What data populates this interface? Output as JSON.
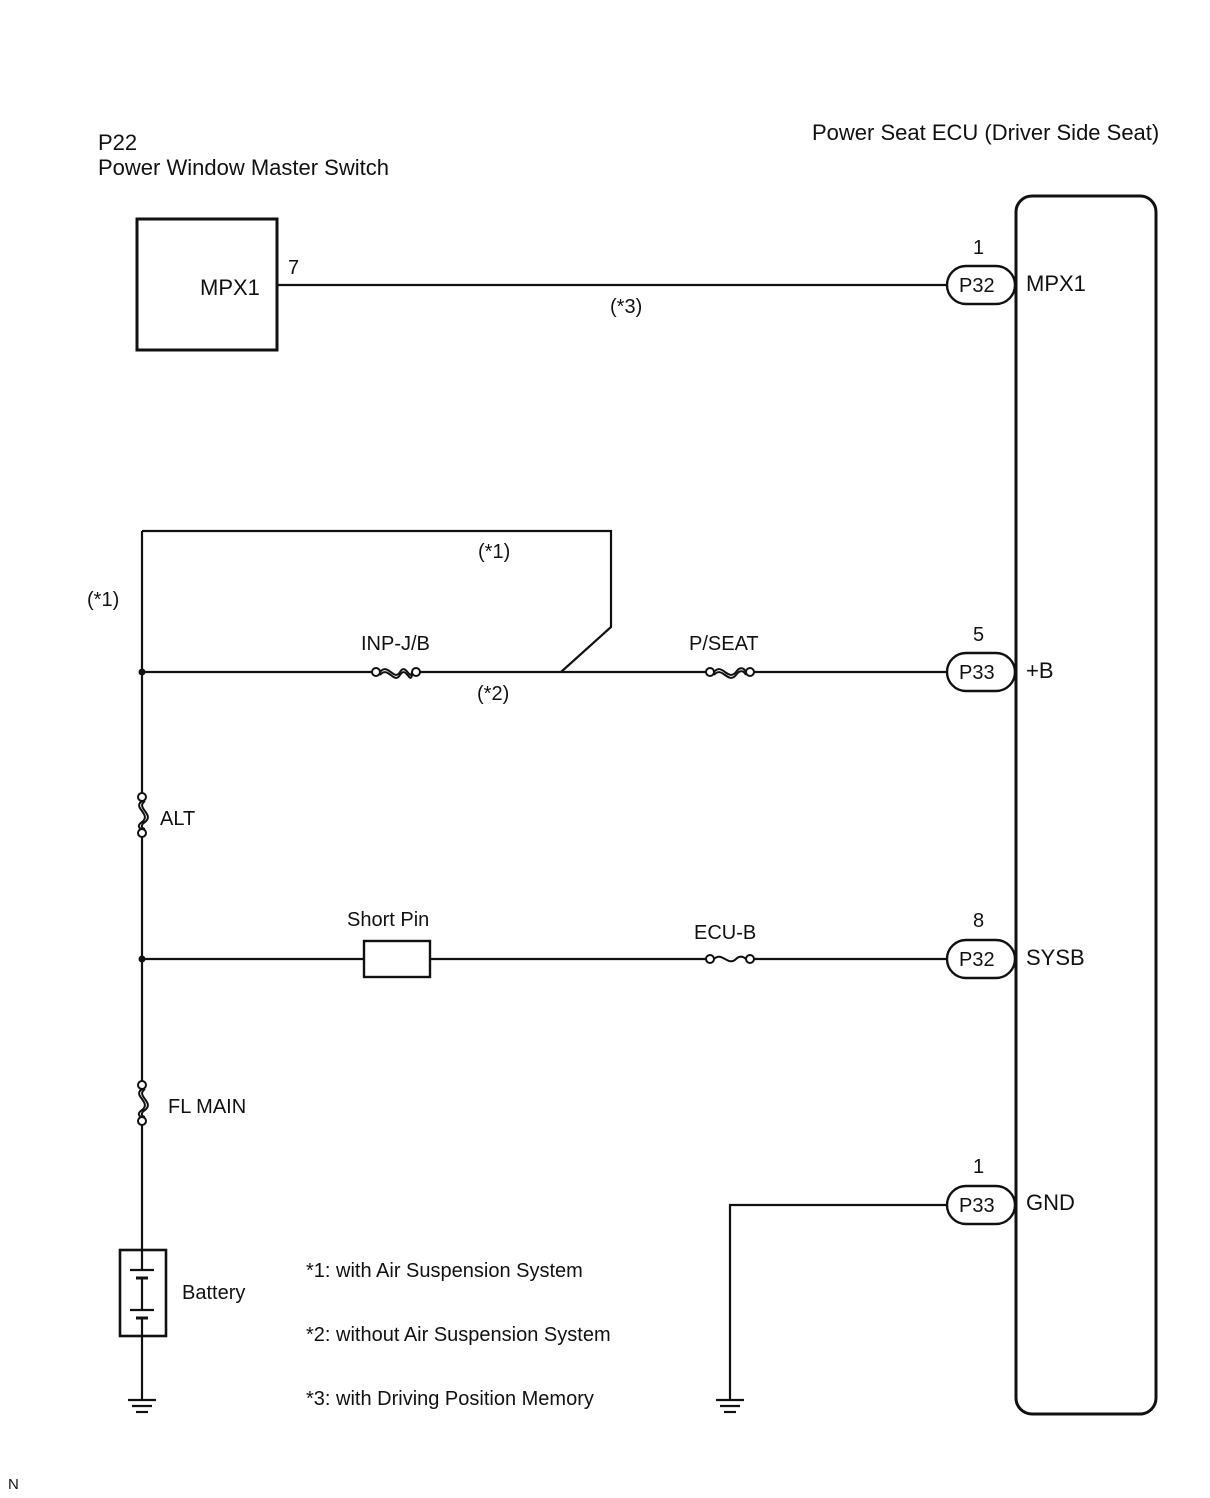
{
  "switch": {
    "id": "P22",
    "name": "Power Window Master Switch",
    "terminal_name": "MPX1",
    "terminal_pin": "7"
  },
  "ecu": {
    "name": "Power Seat ECU (Driver Side Seat)"
  },
  "connectors": [
    {
      "pin": "1",
      "connector": "P32",
      "terminal": "MPX1"
    },
    {
      "pin": "5",
      "connector": "P33",
      "terminal": "+B"
    },
    {
      "pin": "8",
      "connector": "P32",
      "terminal": "SYSB"
    },
    {
      "pin": "1",
      "connector": "P33",
      "terminal": "GND"
    }
  ],
  "wire_notes": {
    "mpx1": "(*3)",
    "bypass_top": "(*1)",
    "bypass_left": "(*1)",
    "inp_jb": "(*2)"
  },
  "fuses": {
    "inp_jb": "INP-J/B",
    "p_seat": "P/SEAT",
    "alt": "ALT",
    "short_pin": "Short Pin",
    "ecu_b": "ECU-B",
    "fl_main": "FL MAIN"
  },
  "battery": "Battery",
  "notes": [
    "*1: with Air Suspension System",
    "*2: without Air Suspension System",
    "*3: with Driving Position Memory"
  ],
  "corner_mark": "N"
}
